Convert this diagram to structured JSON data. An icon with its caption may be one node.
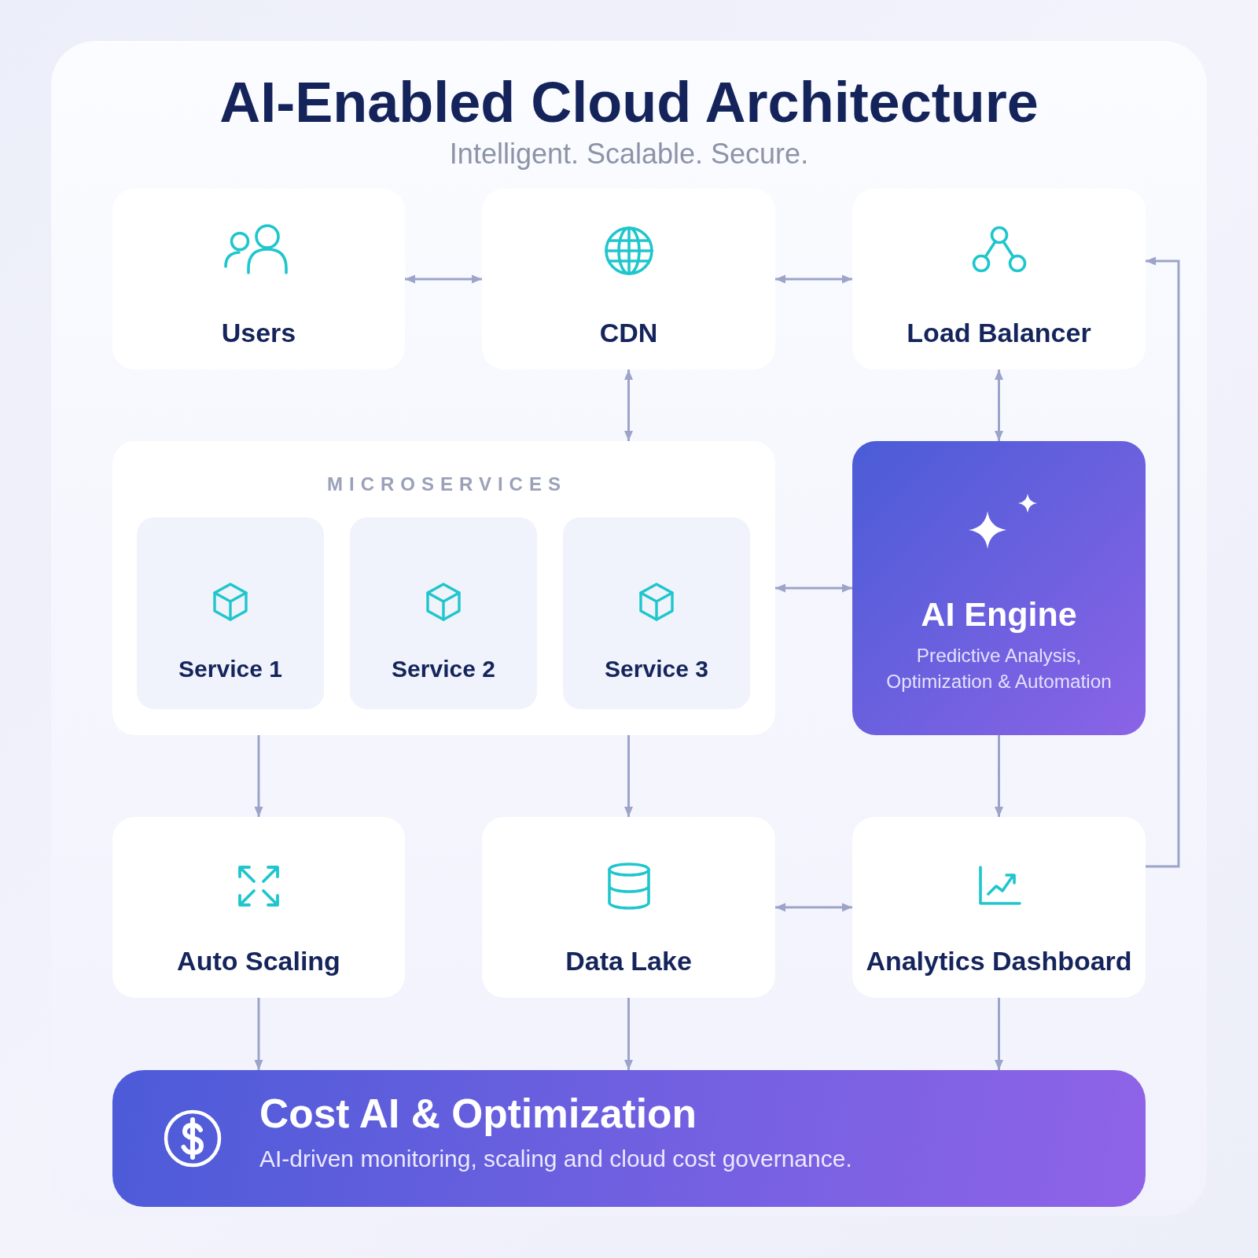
{
  "diagram": {
    "title": "AI-Enabled Cloud Architecture",
    "nodes": [
      {
        "text": [
          "Users"
        ]
      },
      {
        "text": [
          "CDN"
        ]
      },
      {
        "text": [
          "Load Balancer"
        ]
      },
      {
        "text": [
          "MICROSERVICES"
        ]
      },
      {
        "text": [
          "Service 1"
        ],
        "in": 3
      },
      {
        "text": [
          "Service 2"
        ],
        "in": 3
      },
      {
        "text": [
          "Service 3"
        ],
        "in": 3
      },
      {
        "text": [
          "AI Engine",
          "Predictive Analysis, Optimization & Automation"
        ]
      },
      {
        "text": [
          "Auto Scaling"
        ]
      },
      {
        "text": [
          "Data Lake"
        ]
      },
      {
        "text": [
          "Analytics Dashboard"
        ]
      },
      {
        "text": [
          "Cost AI & Optimization",
          "AI-driven monitoring, scaling and cloud cost governance."
        ]
      }
    ],
    "edges": [
      {
        "from": 0,
        "to": 1,
        "arrow": "both"
      },
      {
        "from": 1,
        "to": 2,
        "arrow": "both"
      },
      {
        "from": 1,
        "to": 3,
        "arrow": "both"
      },
      {
        "from": 2,
        "to": 7,
        "arrow": "both"
      },
      {
        "from": 3,
        "to": 7,
        "arrow": "both"
      },
      {
        "from": 3,
        "to": 8,
        "arrow": "to"
      },
      {
        "from": 3,
        "to": 9,
        "arrow": "to"
      },
      {
        "from": 7,
        "to": 10,
        "arrow": "to"
      },
      {
        "from": 9,
        "to": 10,
        "arrow": "both"
      },
      {
        "from": 10,
        "to": 2,
        "arrow": "to"
      },
      {
        "from": 8,
        "to": 11,
        "arrow": "to"
      },
      {
        "from": 9,
        "to": 11,
        "arrow": "to"
      },
      {
        "from": 10,
        "to": 11,
        "arrow": "to"
      }
    ],
    "labels": [
      "Intelligent. Scalable. Secure."
    ]
  }
}
